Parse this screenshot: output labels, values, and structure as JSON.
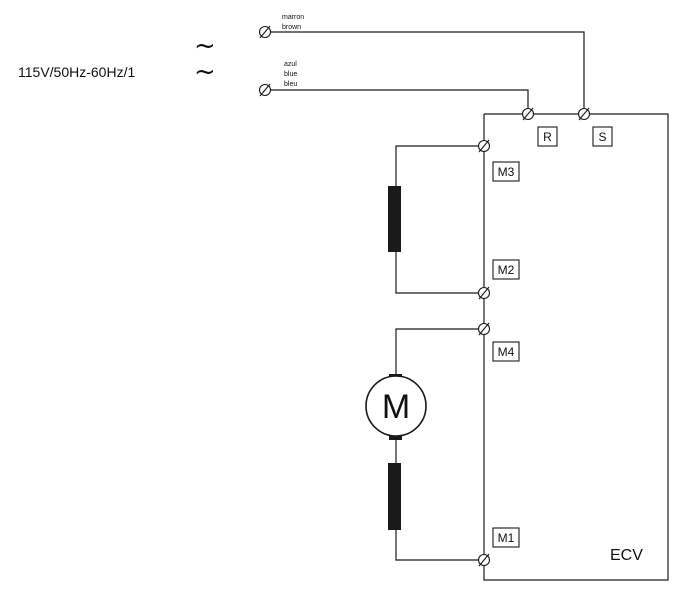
{
  "supply": {
    "label": "115V/50Hz-60Hz/1",
    "ac_symbols": [
      "~",
      "~"
    ]
  },
  "wires": {
    "top": [
      "marron",
      "brown"
    ],
    "bottom": [
      "azul",
      "blue",
      "bleu"
    ]
  },
  "terminals": {
    "r": "R",
    "s": "S",
    "m3": "M3",
    "m2": "M2",
    "m4": "M4",
    "m1": "M1"
  },
  "motor_label": "M",
  "unit_label": "ECV"
}
